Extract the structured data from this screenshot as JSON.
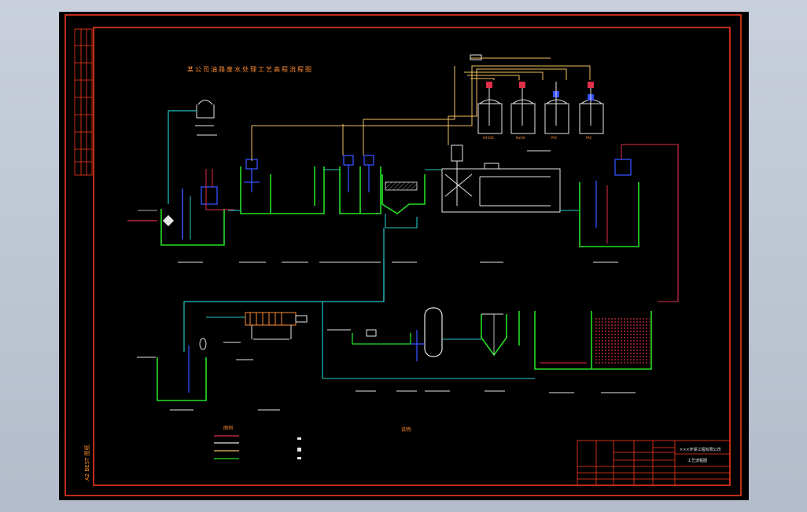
{
  "drawing": {
    "title": "某公司油路废水处理工艺高程流程图",
    "legend_header": "图例",
    "notes_header": "说明:",
    "vertical_label": "A2 BEST 图纸",
    "title_block_company": "×××环保工程有限公司",
    "title_block_drawing": "工艺流程图"
  },
  "dosing_tanks": [
    "H2SO4",
    "NaOH",
    "PAC",
    "PAC"
  ],
  "colors": {
    "background": "#000000",
    "outer_frame": "#ff3b1f",
    "tank_green": "#25e025",
    "water_cyan": "#26c6c6",
    "dosing_yellow": "#f0c060",
    "sludge_red": "#e0304a",
    "equipment_white": "#e6e6e6",
    "pump_blue": "#3550ff",
    "air_magenta": "#ff40ff"
  }
}
